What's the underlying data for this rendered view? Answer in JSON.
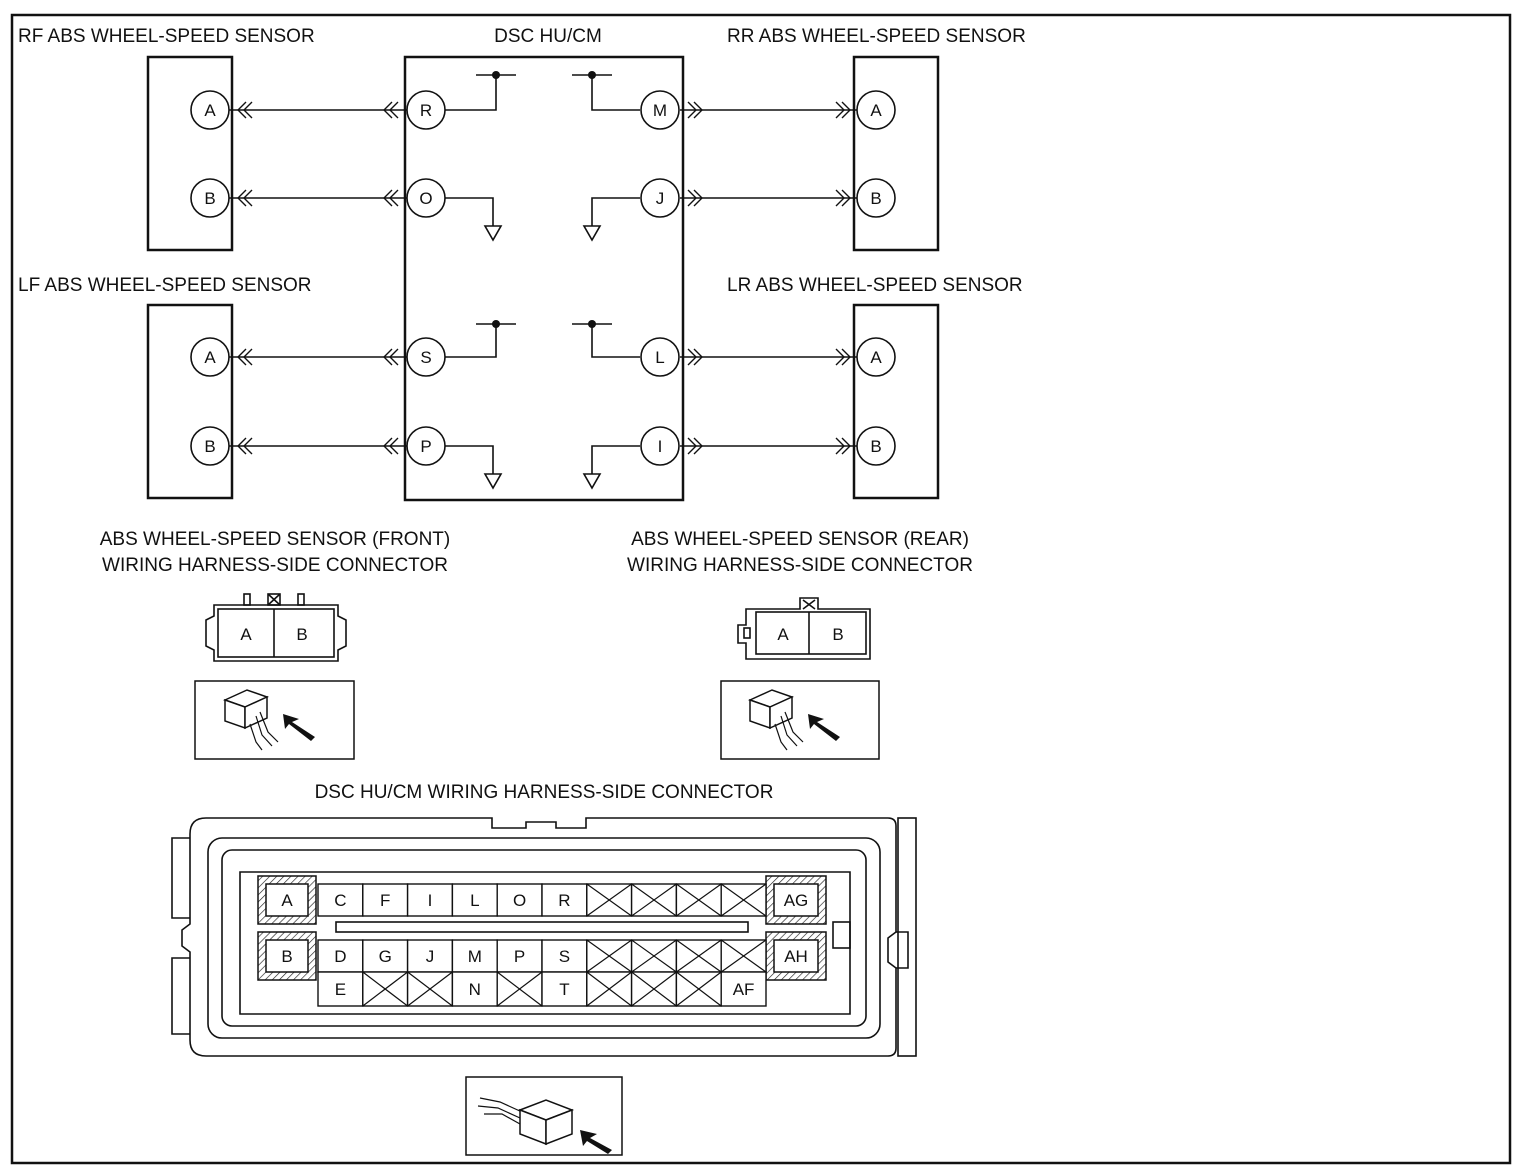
{
  "titles": {
    "rf_sensor": "RF ABS WHEEL-SPEED SENSOR",
    "dsc_module": "DSC HU/CM",
    "rr_sensor": "RR ABS WHEEL-SPEED SENSOR",
    "lf_sensor": "LF ABS WHEEL-SPEED SENSOR",
    "lr_sensor": "LR ABS WHEEL-SPEED SENSOR",
    "front_connector_line1": "ABS WHEEL-SPEED SENSOR (FRONT)",
    "front_connector_line2": "WIRING HARNESS-SIDE CONNECTOR",
    "rear_connector_line1": "ABS WHEEL-SPEED SENSOR (REAR)",
    "rear_connector_line2": "WIRING HARNESS-SIDE CONNECTOR",
    "dsc_connector": "DSC HU/CM WIRING HARNESS-SIDE CONNECTOR"
  },
  "sensor_pins": {
    "rf": [
      "A",
      "B"
    ],
    "rr": [
      "A",
      "B"
    ],
    "lf": [
      "A",
      "B"
    ],
    "lr": [
      "A",
      "B"
    ]
  },
  "module_pins": {
    "rf": [
      "R",
      "O"
    ],
    "rr": [
      "M",
      "J"
    ],
    "lf": [
      "S",
      "P"
    ],
    "lr": [
      "L",
      "I"
    ]
  },
  "front_connector": {
    "cells": [
      "A",
      "B"
    ]
  },
  "rear_connector": {
    "cells": [
      "A",
      "B"
    ]
  },
  "dsc_connector": {
    "left_terminals": [
      "A",
      "B"
    ],
    "right_terminals": [
      "AG",
      "AH"
    ],
    "row1": [
      "C",
      "F",
      "I",
      "L",
      "O",
      "R",
      "",
      "",
      "",
      ""
    ],
    "row2": [
      "D",
      "G",
      "J",
      "M",
      "P",
      "S",
      "",
      "",
      "",
      ""
    ],
    "row3": [
      "E",
      "",
      "",
      "N",
      "",
      "T",
      "",
      "",
      "",
      "AF"
    ]
  }
}
